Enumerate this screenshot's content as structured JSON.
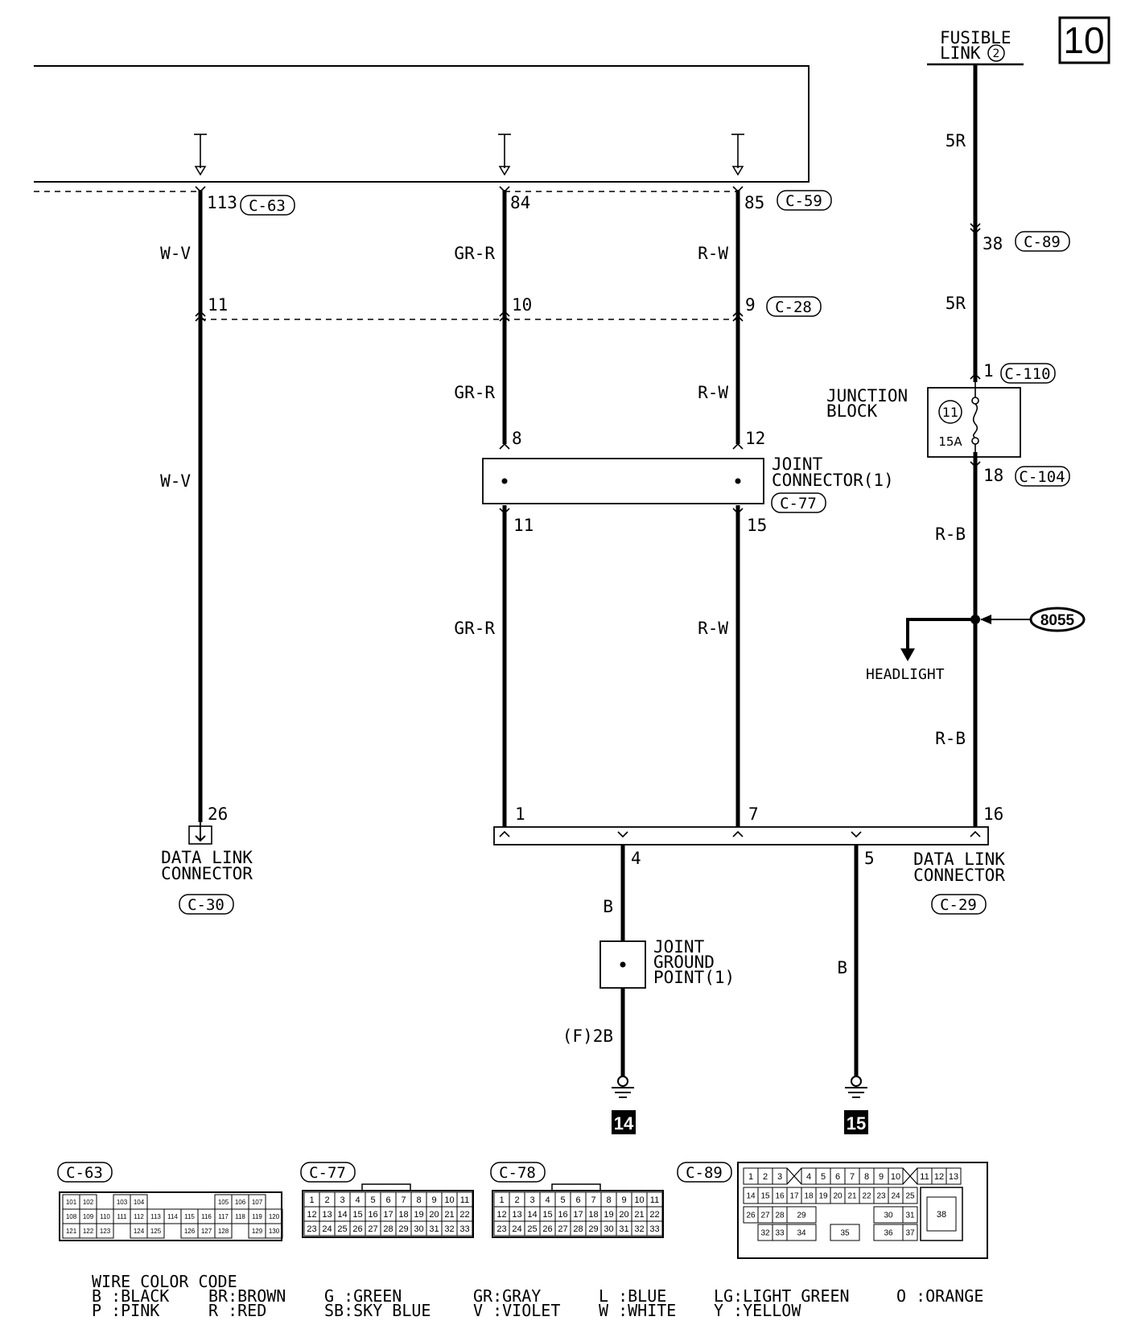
{
  "page_number": "10",
  "fusible_link": {
    "line1": "FUSIBLE",
    "line2": "LINK",
    "number": "2"
  },
  "wires": {
    "fusible_to_c89": "5R",
    "c89_to_c110": "5R",
    "c104_to_splice": "R-B",
    "splice_to_dlc": "R-B",
    "c63_to_c28": "W-V",
    "c28_to_dlc30": "W-V",
    "c59_84_to_c28": "GR-R",
    "c28_to_c77_8": "GR-R",
    "c77_11_to_dlc": "GR-R",
    "c59_85_to_c28": "R-W",
    "c28_to_c77_12": "R-W",
    "c77_15_to_dlc": "R-W",
    "pin4_to_ground": "B",
    "ground_point_to_ground": "(F)2B",
    "pin5_to_ground": "B"
  },
  "pins": {
    "c63_113": "113",
    "c59_84": "84",
    "c59_85": "85",
    "c28_11": "11",
    "c28_10": "10",
    "c28_9": "9",
    "c89_38": "38",
    "c110_1": "1",
    "c104_18": "18",
    "c77_8": "8",
    "c77_12": "12",
    "c77_11": "11",
    "c77_15": "15",
    "dlc30_26": "26",
    "dlc29_1": "1",
    "dlc29_7": "7",
    "dlc29_16": "16",
    "dlc29_4": "4",
    "dlc29_5": "5"
  },
  "connectors": {
    "c63": "C-63",
    "c59": "C-59",
    "c28": "C-28",
    "c89": "C-89",
    "c110": "C-110",
    "c104": "C-104",
    "c77": "C-77",
    "c30": "C-30",
    "c29": "C-29",
    "c78": "C-78"
  },
  "junction_block": {
    "line1": "JUNCTION",
    "line2": "BLOCK",
    "fuse_number": "11",
    "fuse_rating": "15A"
  },
  "joint_connector": {
    "line1": "JOINT",
    "line2": "CONNECTOR(1)"
  },
  "splice": {
    "id": "8055",
    "branch": "HEADLIGHT"
  },
  "dlc_left": {
    "line1": "DATA LINK",
    "line2": "CONNECTOR"
  },
  "dlc_right": {
    "line1": "DATA LINK",
    "line2": "CONNECTOR"
  },
  "ground_point": {
    "line1": "JOINT",
    "line2": "GROUND",
    "line3": "POINT(1)"
  },
  "grounds": {
    "left": "14",
    "right": "15"
  },
  "face_views": {
    "c63": {
      "rows": [
        [
          "101",
          "102",
          "",
          "103",
          "104",
          "",
          "",
          "",
          "",
          "105",
          "106",
          "107"
        ],
        [
          "108",
          "109",
          "110",
          "111",
          "112",
          "113",
          "114",
          "115",
          "116",
          "117",
          "118",
          "119",
          "120"
        ],
        [
          "121",
          "122",
          "123",
          "",
          "124",
          "125",
          "",
          "126",
          "127",
          "128",
          "",
          "129",
          "130"
        ]
      ]
    },
    "c77": {
      "rows": [
        [
          "1",
          "2",
          "3",
          "4",
          "5",
          "6",
          "7",
          "8",
          "9",
          "10",
          "11"
        ],
        [
          "12",
          "13",
          "14",
          "15",
          "16",
          "17",
          "18",
          "19",
          "20",
          "21",
          "22"
        ],
        [
          "23",
          "24",
          "25",
          "26",
          "27",
          "28",
          "29",
          "30",
          "31",
          "32",
          "33"
        ]
      ]
    },
    "c78": {
      "rows": [
        [
          "1",
          "2",
          "3",
          "4",
          "5",
          "6",
          "7",
          "8",
          "9",
          "10",
          "11"
        ],
        [
          "12",
          "13",
          "14",
          "15",
          "16",
          "17",
          "18",
          "19",
          "20",
          "21",
          "22"
        ],
        [
          "23",
          "24",
          "25",
          "26",
          "27",
          "28",
          "29",
          "30",
          "31",
          "32",
          "33"
        ]
      ]
    },
    "c89": {
      "row1": [
        "1",
        "2",
        "3",
        "4",
        "5",
        "6",
        "7",
        "8",
        "9",
        "10",
        "11",
        "12",
        "13"
      ],
      "row2": [
        "14",
        "15",
        "16",
        "17",
        "18",
        "19",
        "20",
        "21",
        "22",
        "23",
        "24",
        "25"
      ],
      "row3": [
        "26",
        "27",
        "28",
        "29",
        "30",
        "31"
      ],
      "row4": [
        "32",
        "33",
        "34",
        "35",
        "36",
        "37"
      ],
      "big": "38"
    }
  },
  "wire_color_code": {
    "title": "WIRE COLOR CODE",
    "row1": [
      "B :BLACK",
      "BR:BROWN",
      "G :GREEN",
      "GR:GRAY",
      "L :BLUE",
      "LG:LIGHT GREEN",
      "O :ORANGE"
    ],
    "row2": [
      "P :PINK",
      "R :RED",
      "SB:SKY BLUE",
      "V :VIOLET",
      "W :WHITE",
      "Y :YELLOW"
    ]
  }
}
